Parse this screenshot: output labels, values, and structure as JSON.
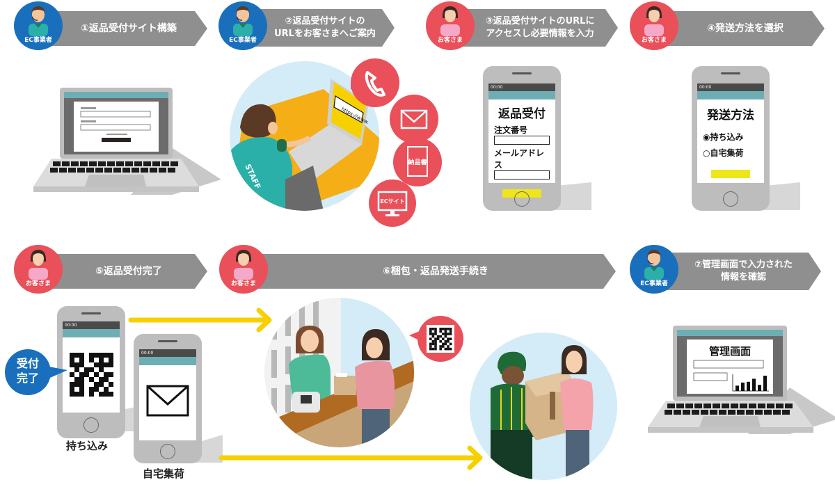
{
  "roles": {
    "ec": "EC事業者",
    "customer": "お客さま"
  },
  "steps": [
    {
      "num": "①",
      "text": "返品受付サイト構築",
      "role": "ec"
    },
    {
      "num": "②",
      "text": "返品受付サイトの\nURLをお客さまへご案内",
      "line1": "②返品受付サイトの",
      "line2": "URLをお客さまへご案内",
      "role": "ec"
    },
    {
      "num": "③",
      "line1": "③返品受付サイトのURLに",
      "line2": "アクセスし必要情報を入力",
      "role": "customer"
    },
    {
      "num": "④",
      "text": "④発送方法を選択",
      "role": "customer"
    },
    {
      "num": "⑤",
      "text": "⑤返品受付完了",
      "role": "customer"
    },
    {
      "num": "⑥",
      "text": "⑥梱包・返品発送手続き",
      "role": "customer"
    },
    {
      "num": "⑦",
      "line1": "⑦管理画面で入力された",
      "line2": "情報を確認",
      "role": "ec"
    }
  ],
  "step1_label": "①返品受付サイト構築",
  "step4_label": "④発送方法を選択",
  "step5_label": "⑤返品受付完了",
  "step6_label": "⑥梱包・返品発送手続き",
  "step2_channels": {
    "url_bar": "https://www.",
    "staff_label": "STAFF",
    "delivery_note": "納品書",
    "ec_site": "ECサイト"
  },
  "phone_status_time": "00:00",
  "return_form": {
    "title": "返品受付",
    "field1_label": "注文番号",
    "field2_label": "メールアドレス"
  },
  "shipping_form": {
    "title": "発送方法",
    "option_selected": "◉持ち込み",
    "option_other": "○自宅集荷"
  },
  "completion": {
    "bubble_line1": "受付",
    "bubble_line2": "完了",
    "dropoff_label": "持ち込み",
    "pickup_label": "自宅集荷"
  },
  "admin_screen": {
    "title": "管理画面",
    "chart_bars": [
      0.35,
      0.55,
      0.6,
      0.8,
      0.4,
      1.0
    ]
  },
  "colors": {
    "ec_blue": "#1a6fbd",
    "customer_red": "#e9505a",
    "banner_gray": "#8f8f8f",
    "arrow_yellow": "#f7d000",
    "screen_teal": "#6daeb4",
    "circle_bg": "#d4ecf8"
  }
}
